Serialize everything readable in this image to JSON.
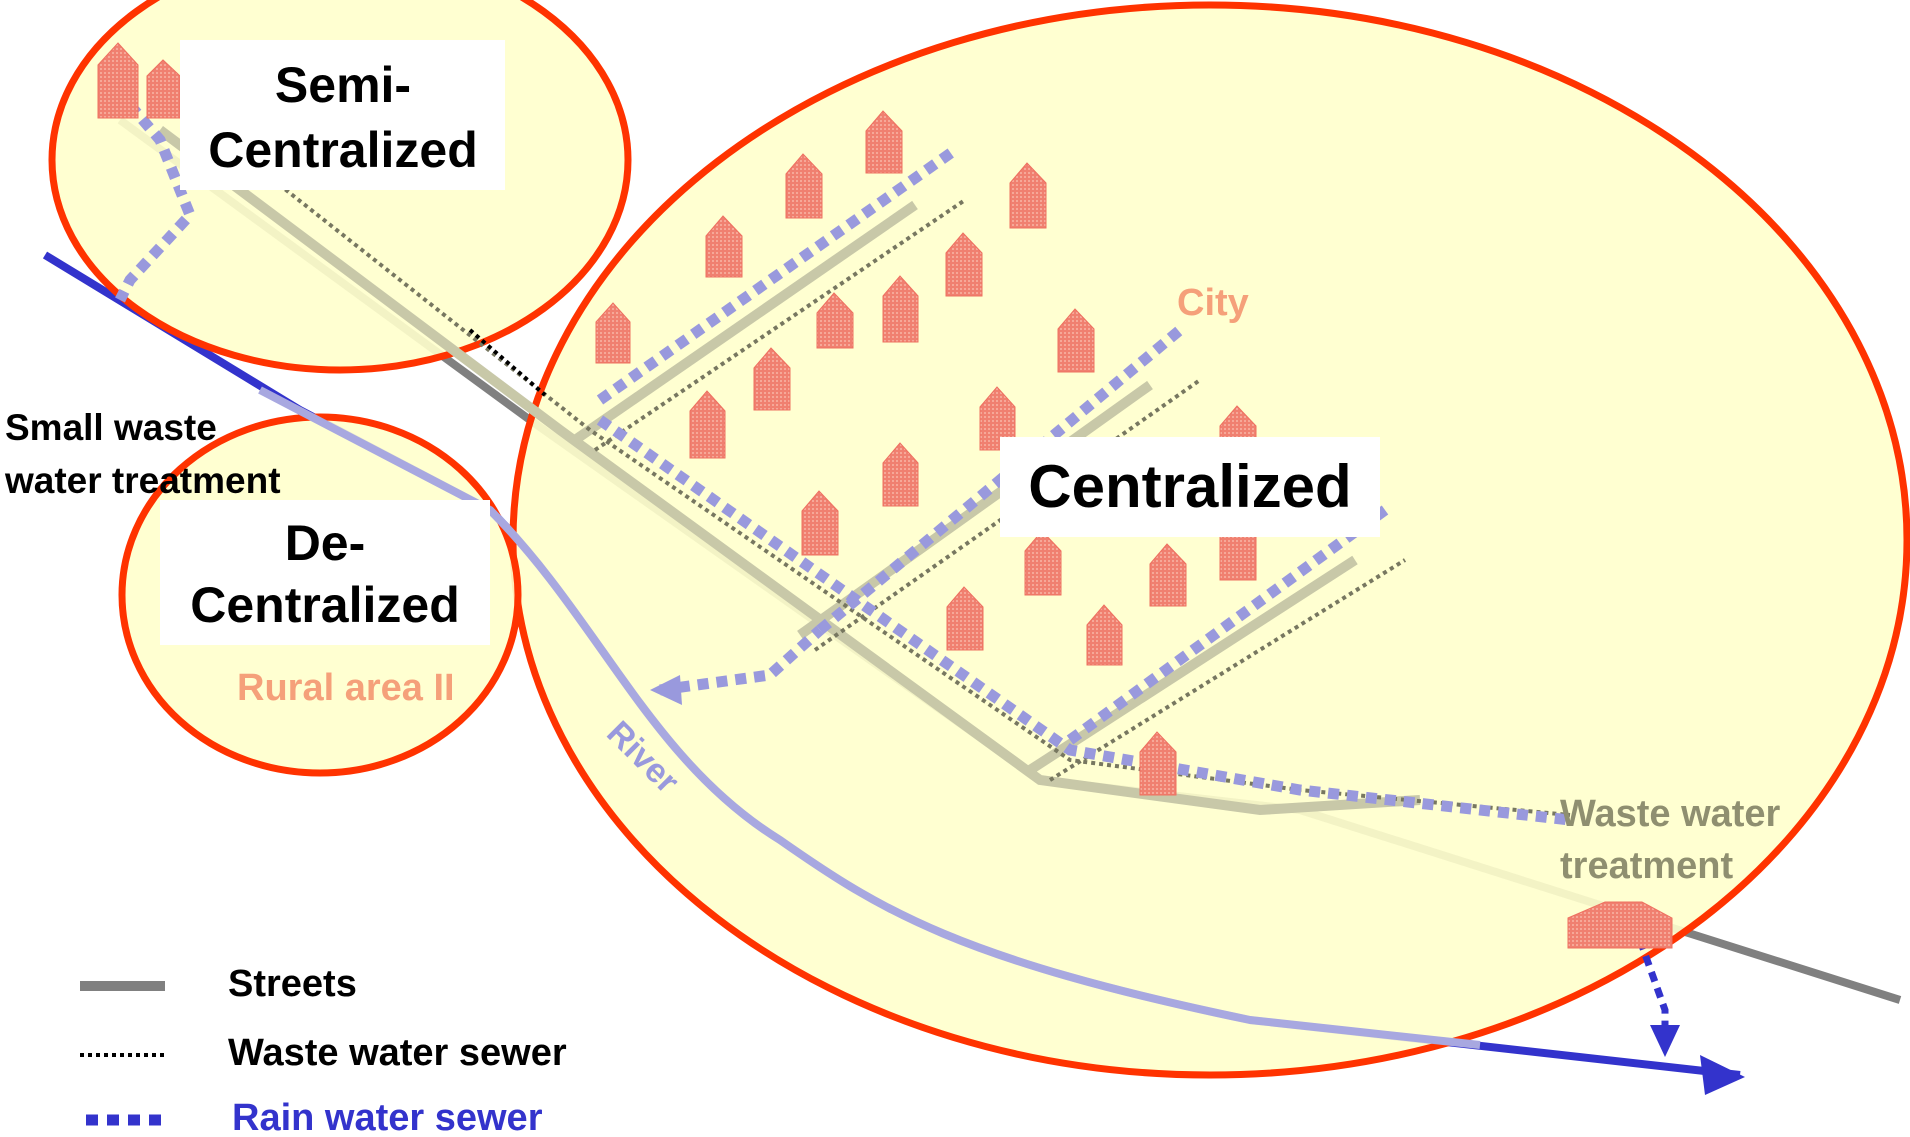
{
  "zones": {
    "semi": {
      "line1": "Semi-",
      "line2": "Centralized"
    },
    "de": {
      "line1": "De-",
      "line2": "Centralized"
    },
    "central": {
      "label": "Centralized"
    }
  },
  "places": {
    "city": "City",
    "rural": "Rural area II",
    "river": "River",
    "wwt_line1": "Waste water",
    "wwt_line2": "treatment",
    "small_line1": "Small waste",
    "small_line2": "water treatment"
  },
  "legend": {
    "streets": "Streets",
    "waste_sewer": "Waste water sewer",
    "rain_sewer": "Rain water sewer"
  },
  "colors": {
    "zone_fill": "#ffffcc",
    "zone_border": "#ff3300",
    "house": "#f08070",
    "street": "#808080",
    "street_light": "#c0c0a0",
    "river": "#3333cc",
    "rain_sewer": "#9999dd",
    "label_box": "#ffffff",
    "area_text": "#f5a07a",
    "legend_rain": "#3333cc"
  }
}
